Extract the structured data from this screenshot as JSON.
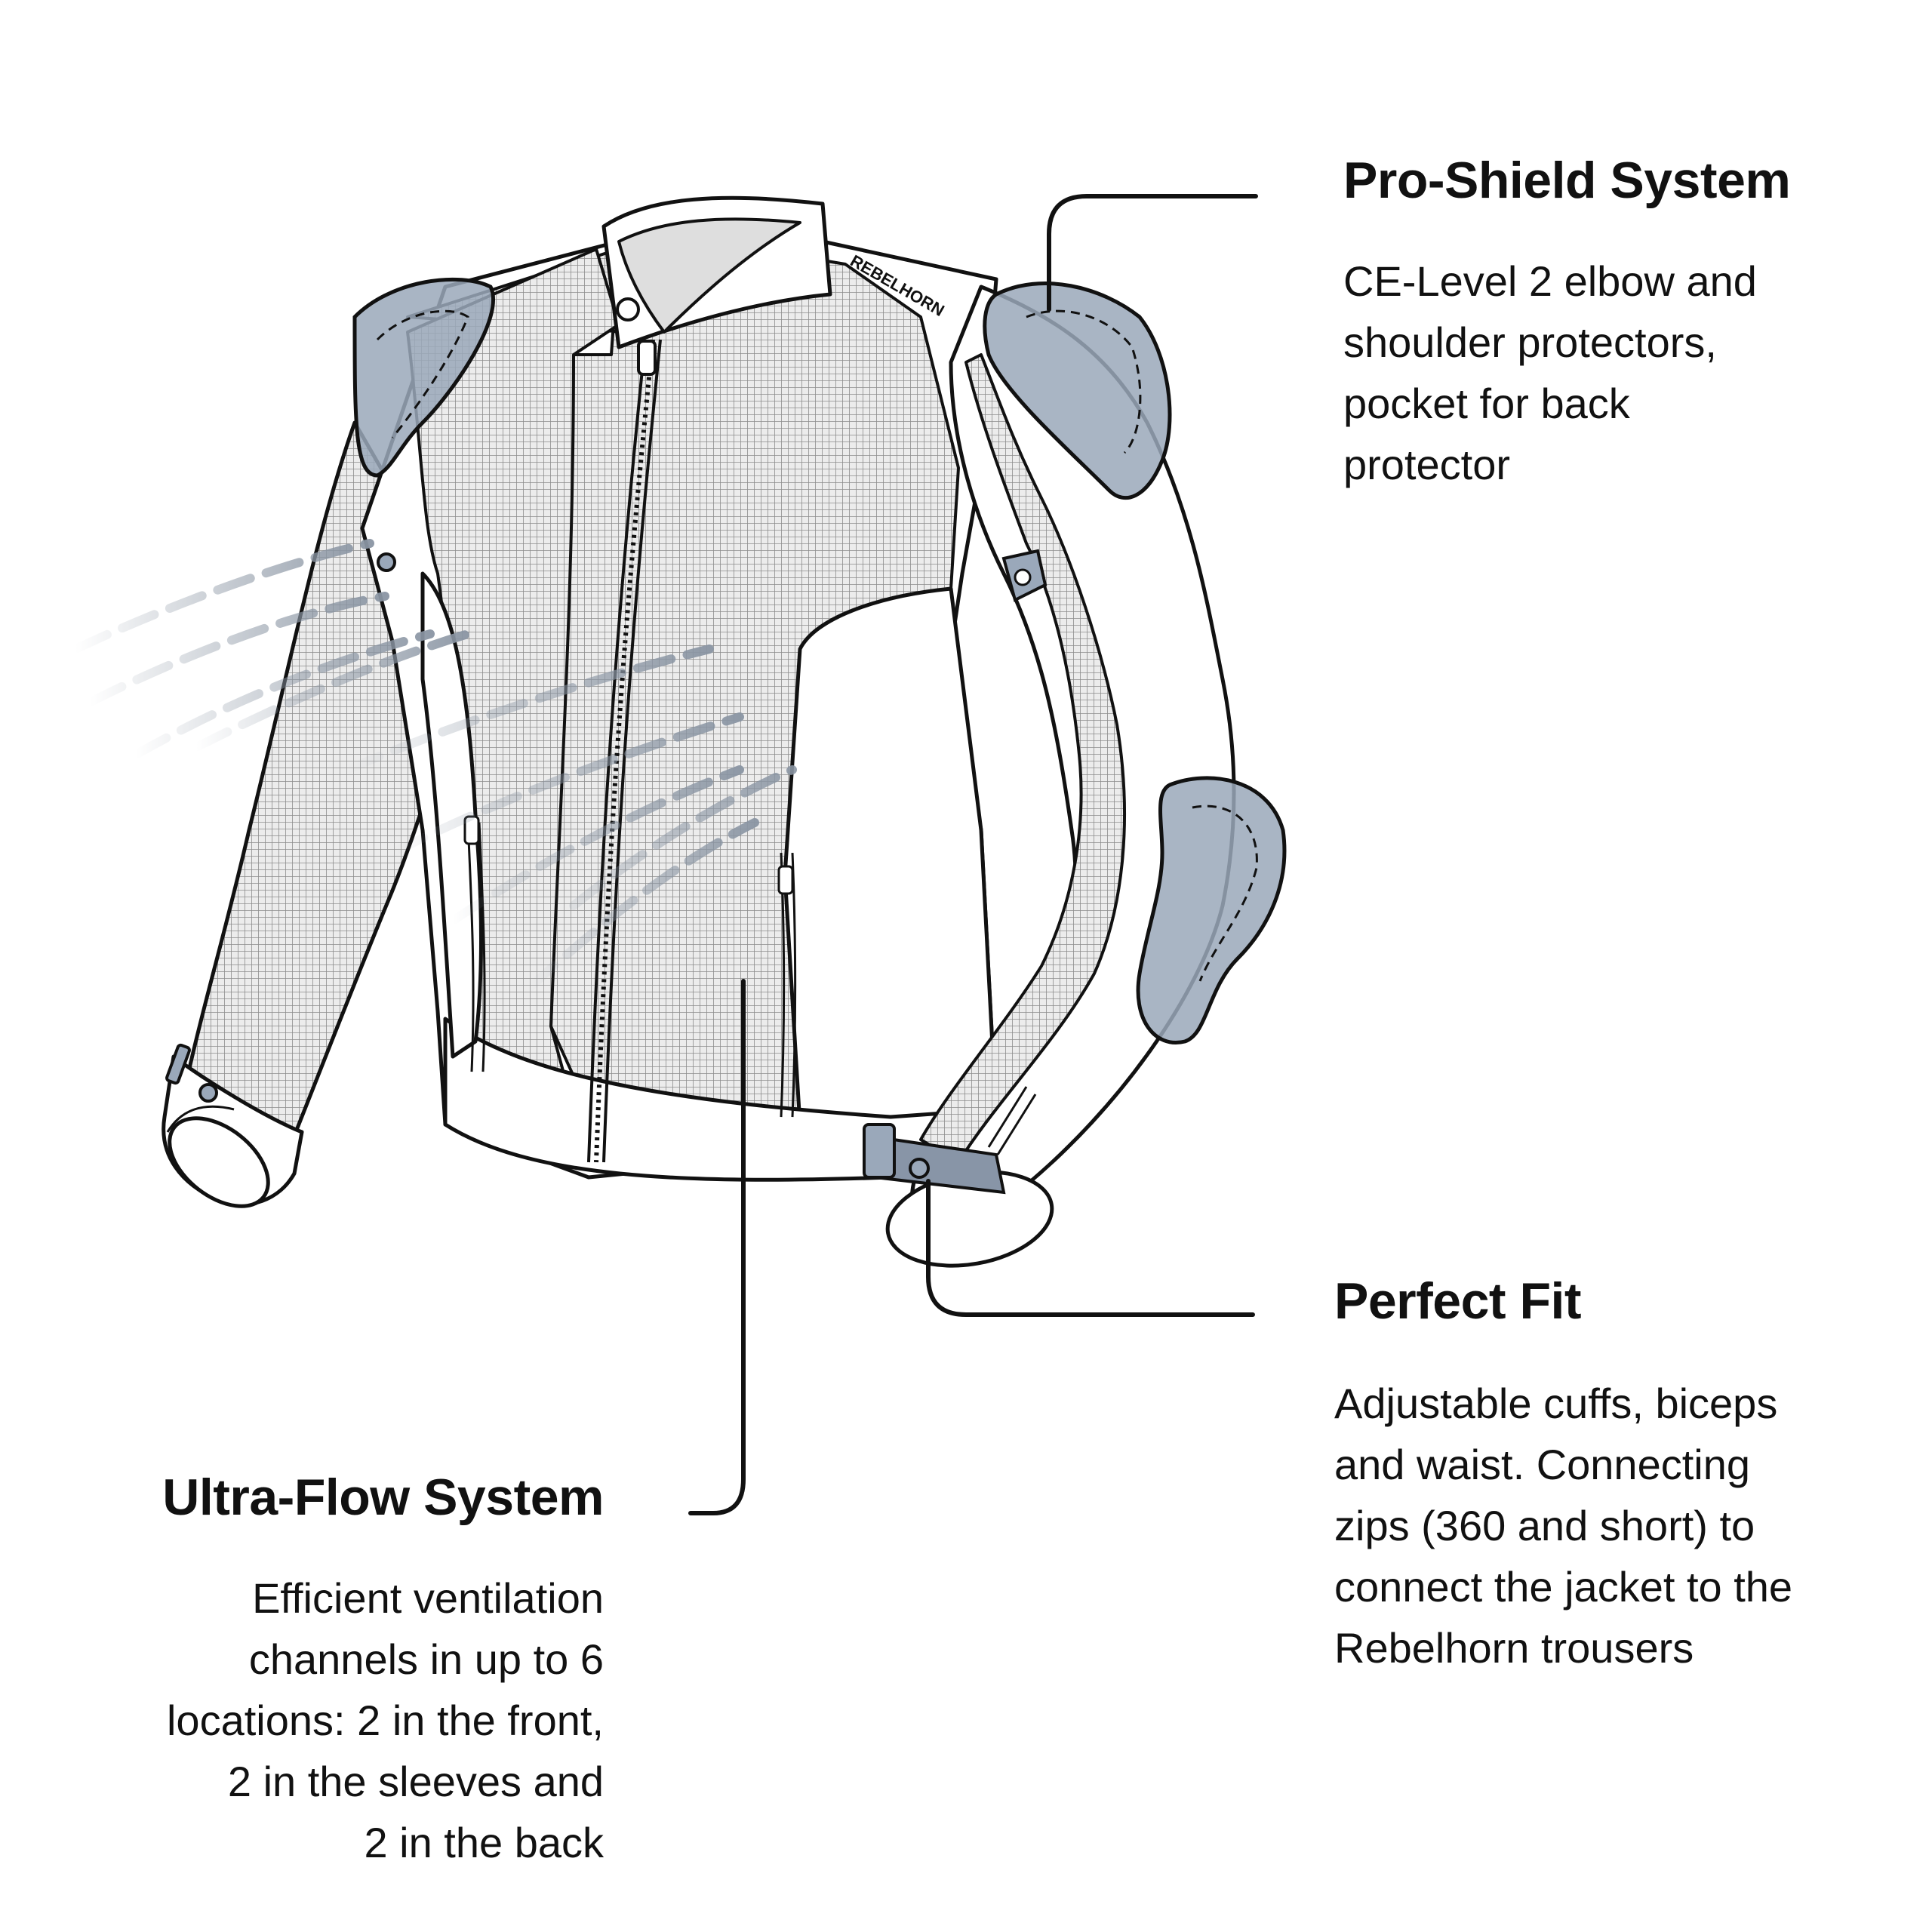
{
  "brand": {
    "logo_text": "REBELHORN"
  },
  "colors": {
    "outline": "#111111",
    "mesh": "#d7d7d7",
    "protector": "#9aa8ba",
    "strap": "#8895a7",
    "airflow": "#8a95a3"
  },
  "callouts": {
    "pro_shield": {
      "title": "Pro-Shield System",
      "body": "CE-Level 2 elbow and\nshoulder protectors,\npocket for back\nprotector"
    },
    "perfect_fit": {
      "title": "Perfect Fit",
      "body": "Adjustable cuffs, biceps\nand waist. Connecting\nzips (360 and short) to\nconnect the jacket to the\nRebelhorn trousers"
    },
    "ultra_flow": {
      "title": "Ultra-Flow System",
      "body": "Efficient ventilation\nchannels in up to 6\nlocations: 2 in the front,\n2 in the sleeves and\n2 in the back"
    }
  }
}
